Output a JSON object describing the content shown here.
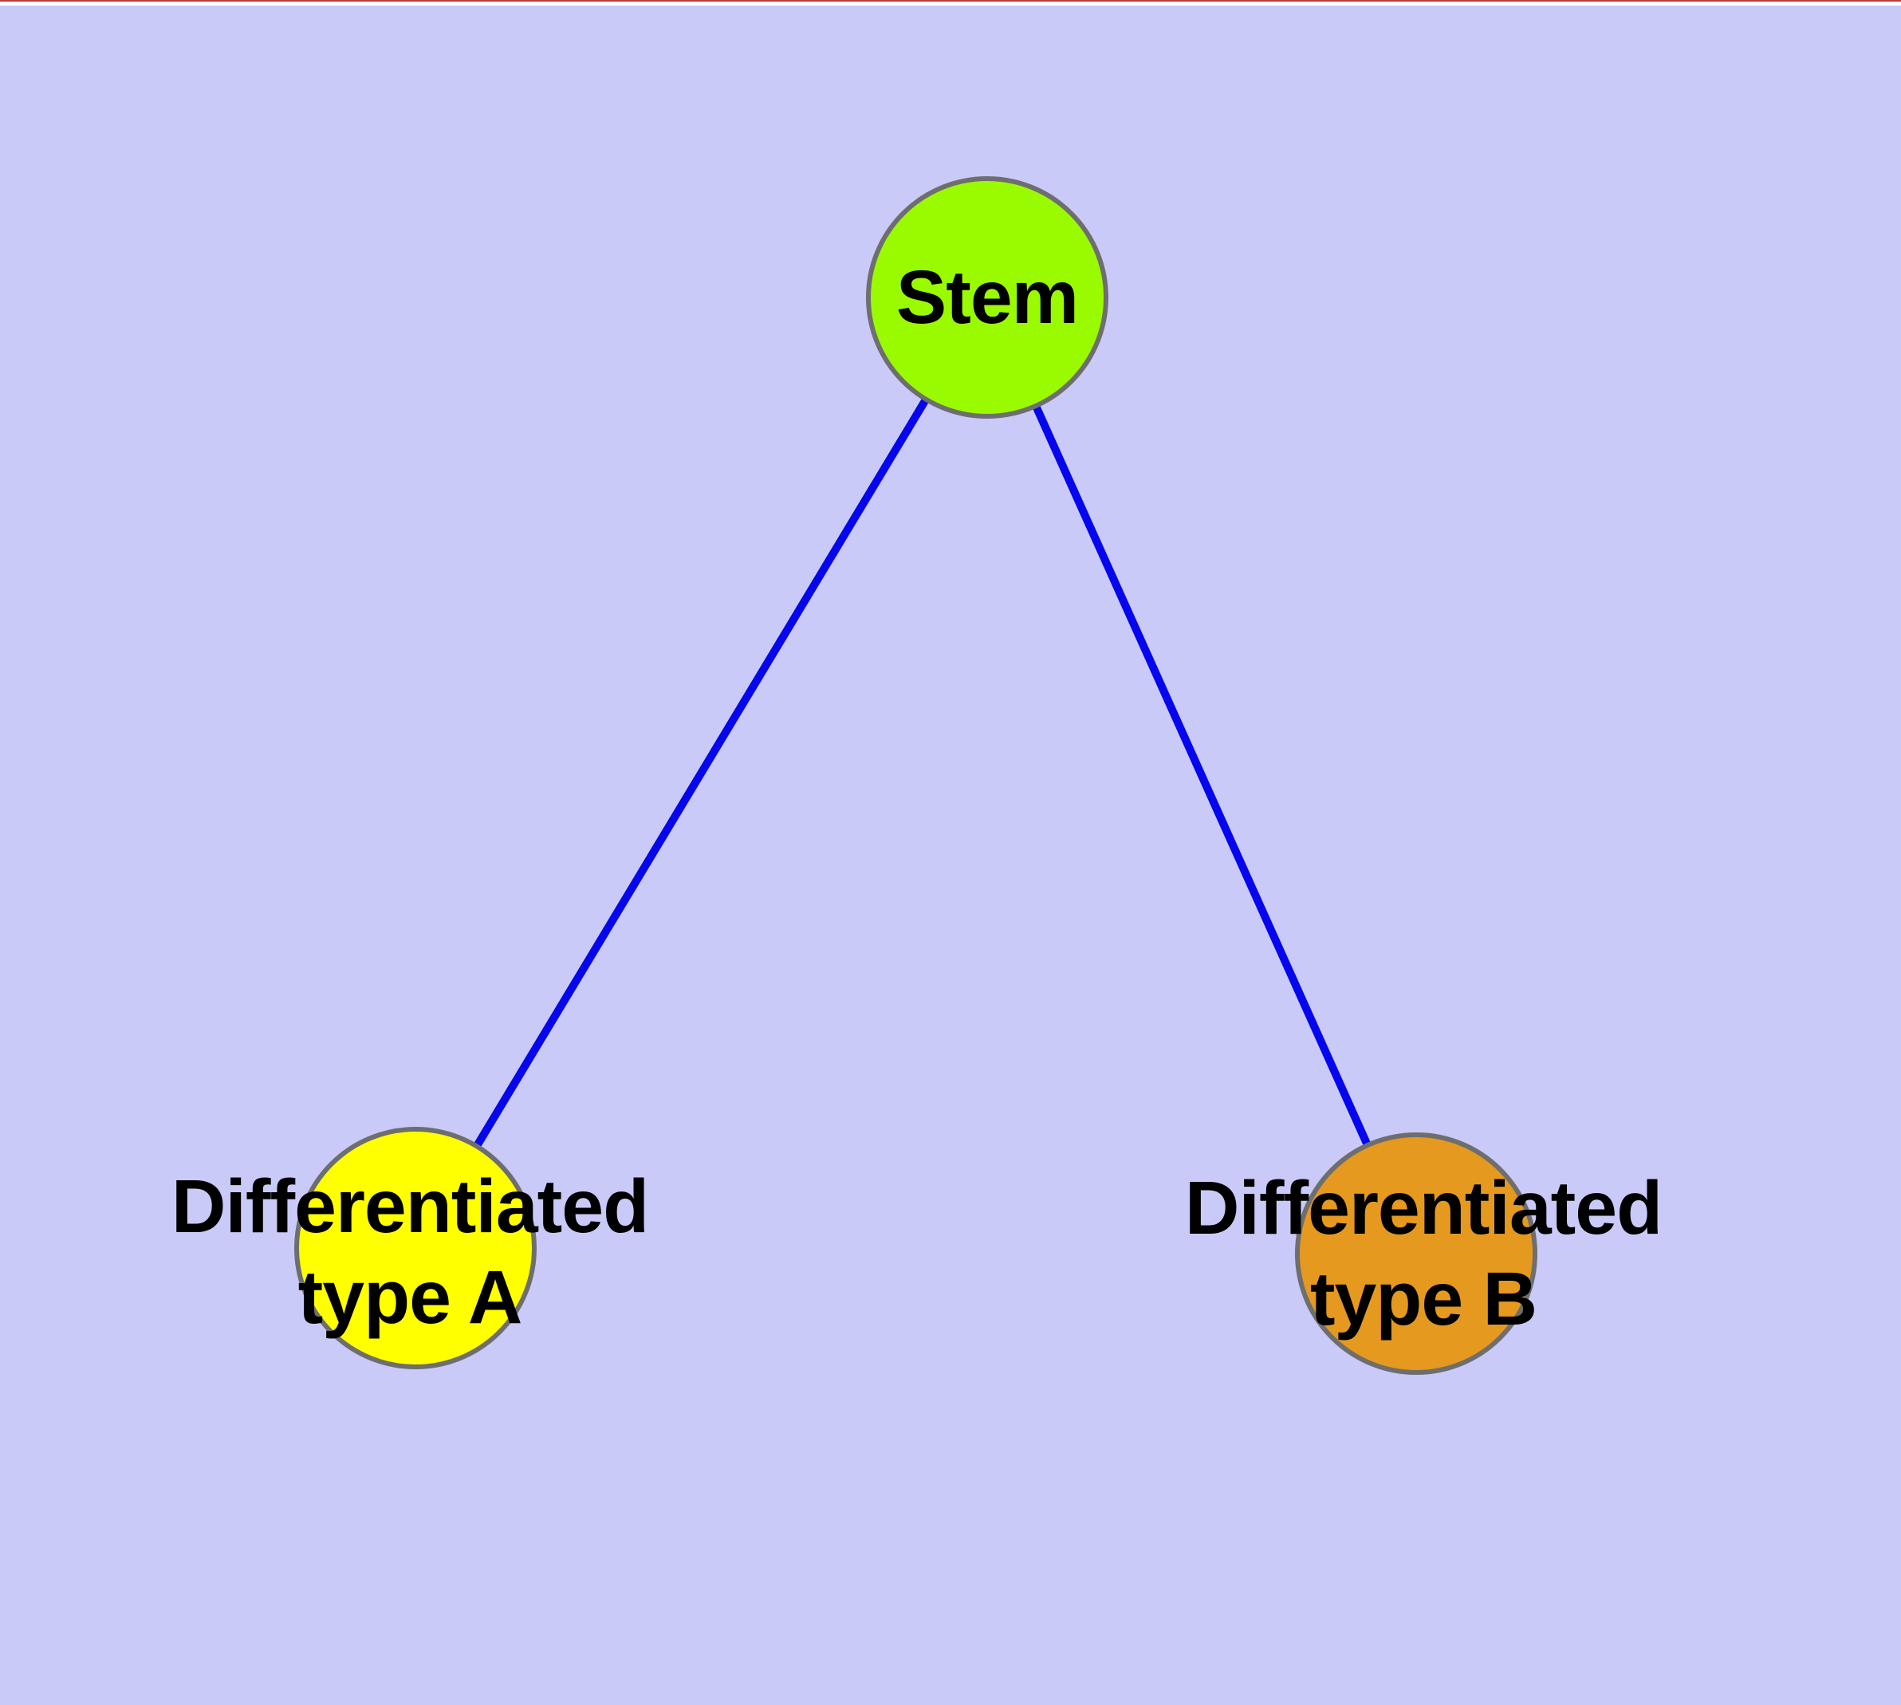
{
  "diagram": {
    "type": "node-link-graph",
    "background_color": "#CACAF8",
    "top_edge_line_color": "#C13B3B",
    "top_edge_strip_color": "#FFFFFF",
    "text_color": "#000000",
    "node_border_color": "#6E6E6E",
    "edge_color": "#0505EE",
    "nodes": [
      {
        "id": "stem",
        "label": "Stem",
        "fill": "#9AFB00"
      },
      {
        "id": "differentiated-type-a",
        "label": "Differentiated type A",
        "label_line1": "Differentiated",
        "label_line2": "type A",
        "fill": "#FFFF00"
      },
      {
        "id": "differentiated-type-b",
        "label": "Differentiated type B",
        "label_line1": "Differentiated",
        "label_line2": "type B",
        "fill": "#E5991E"
      }
    ],
    "edges": [
      {
        "from": "stem",
        "to": "differentiated-type-a"
      },
      {
        "from": "stem",
        "to": "differentiated-type-b"
      }
    ]
  }
}
